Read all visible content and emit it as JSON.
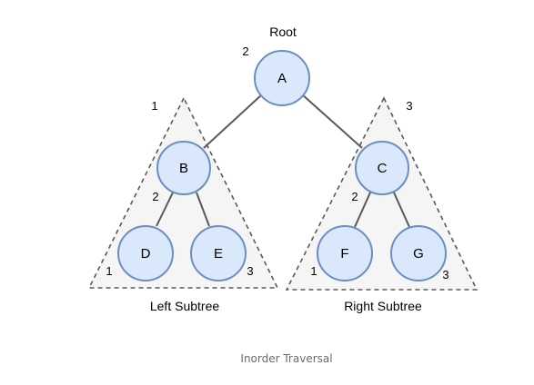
{
  "diagram": {
    "root_label": "Root",
    "caption": "Inorder Traversal",
    "subtrees": {
      "left": "Left Subtree",
      "right": "Right Subtree"
    },
    "nodes": {
      "A": "A",
      "B": "B",
      "C": "C",
      "D": "D",
      "E": "E",
      "F": "F",
      "G": "G"
    },
    "order_numbers": {
      "root_a": "2",
      "left_triangle": "1",
      "right_triangle": "3",
      "node_b": "2",
      "node_c": "2",
      "node_d": "1",
      "node_e": "3",
      "node_f": "1",
      "node_g": "3"
    },
    "colors": {
      "node_fill": "#dae8fc",
      "node_stroke": "#6c8ebf",
      "triangle_fill": "#f5f5f5",
      "edge": "#595959"
    }
  }
}
